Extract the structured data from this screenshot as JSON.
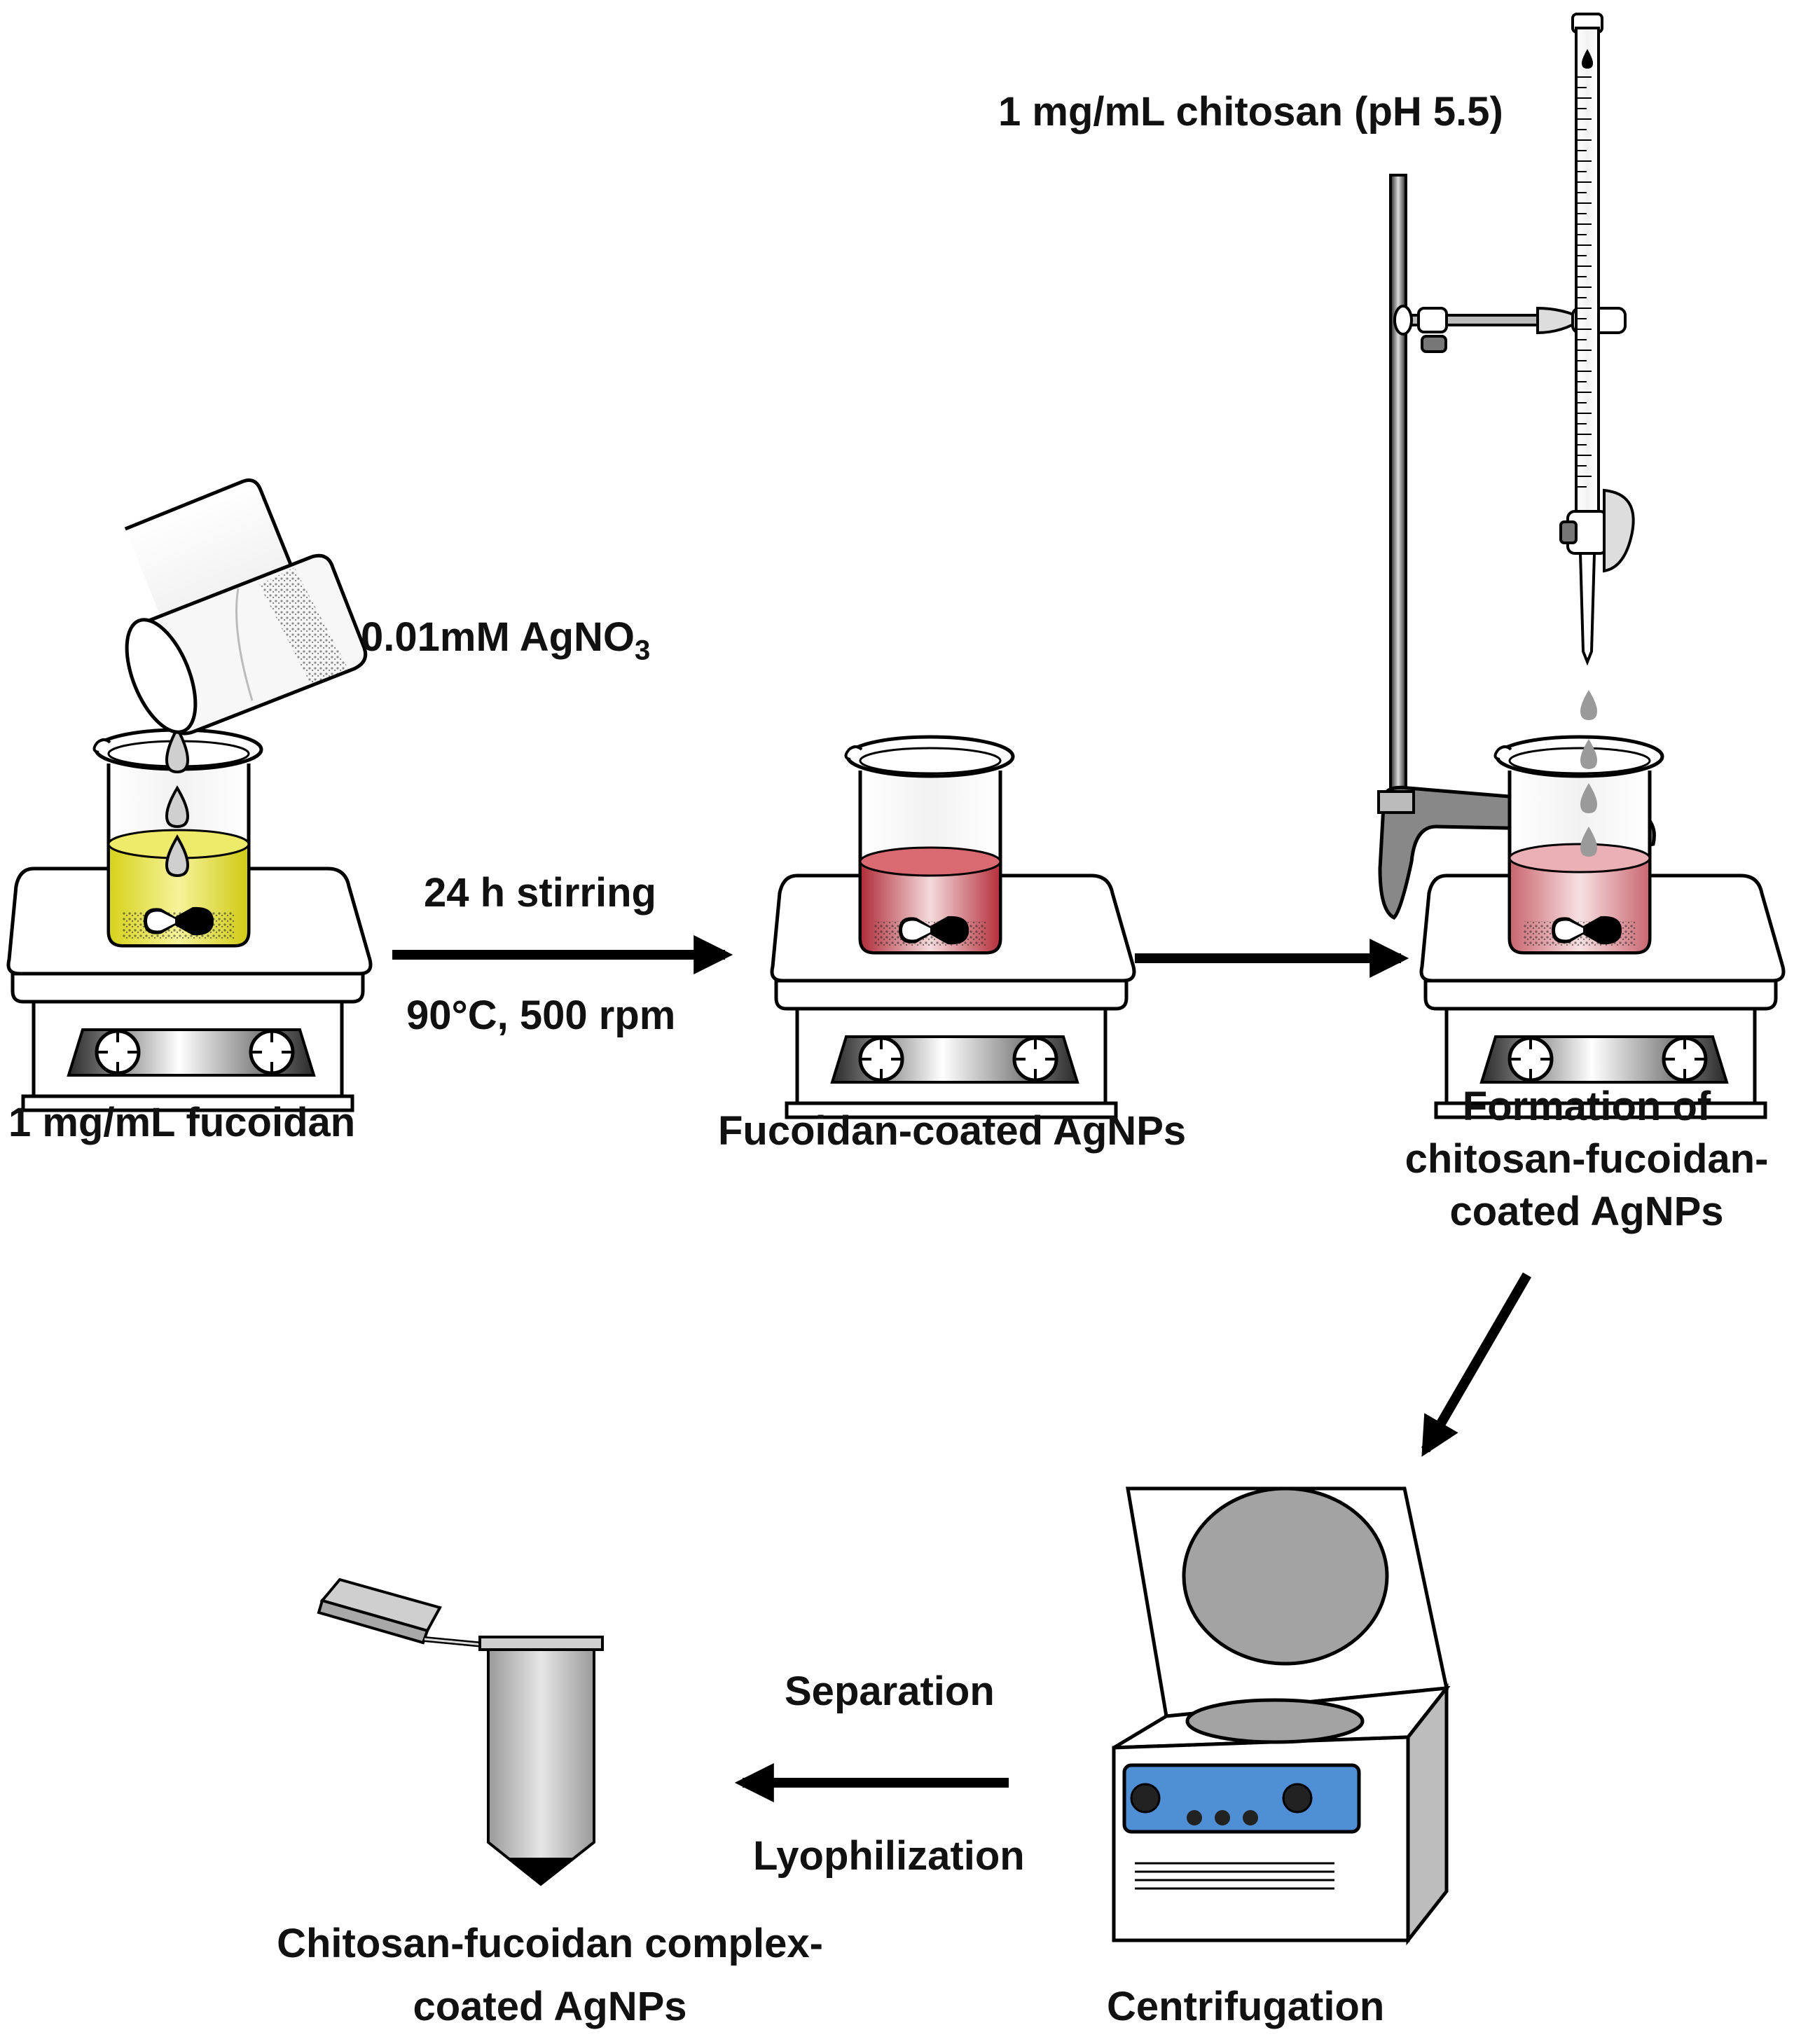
{
  "labels": {
    "fucoidan": "1 mg/mL fucoidan",
    "agno3_main": "0.01mM AgNO",
    "agno3_sub": "3",
    "stirring_top": "24 h stirring",
    "stirring_bottom": "90°C, 500 rpm",
    "fucoidan_coated": "Fucoidan-coated AgNPs",
    "chitosan": "1 mg/mL chitosan (pH 5.5)",
    "formation_line1": "Formation of",
    "formation_line2": "chitosan-fucoidan-",
    "formation_line3": "coated AgNPs",
    "separation": "Separation",
    "lyophilization": "Lyophilization",
    "centrifugation": "Centrifugation",
    "product_line1": "Chitosan-fucoidan complex-",
    "product_line2": "coated AgNPs"
  },
  "colors": {
    "yellow_solution": "#e6e23a",
    "red_solution": "#c9404a",
    "pink_solution": "#e39aa0",
    "control_panel": "#4f8fd6",
    "grey_fill": "#a8a8a8",
    "outline": "#000000"
  },
  "icons": {
    "hotplate": "magnetic-stirrer-hotplate-icon",
    "beaker": "beaker-icon",
    "burette": "burette-icon",
    "centrifuge": "centrifuge-icon",
    "tube": "microcentrifuge-tube-icon"
  }
}
